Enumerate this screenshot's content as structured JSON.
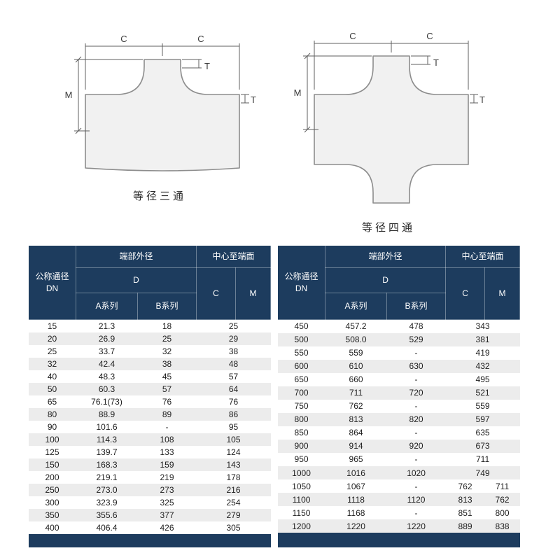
{
  "diagrams": [
    {
      "label": "等径三通",
      "dim_labels": {
        "c_left": "C",
        "c_right": "C",
        "t_branch": "T",
        "m": "M",
        "t_body": "T"
      }
    },
    {
      "label": "等径四通",
      "dim_labels": {
        "c_left": "C",
        "c_right": "C",
        "t_branch": "T",
        "m": "M",
        "t_body": "T"
      }
    }
  ],
  "table_header": {
    "dn_line1": "公称通径",
    "dn_line2": "DN",
    "end_outer": "端部外径",
    "d": "D",
    "series_a": "A系列",
    "series_b": "B系列",
    "center_to_end": "中心至端面",
    "c": "C",
    "m": "M"
  },
  "tables": [
    {
      "rows": [
        [
          "15",
          "21.3",
          "18",
          "25",
          null
        ],
        [
          "20",
          "26.9",
          "25",
          "29",
          null
        ],
        [
          "25",
          "33.7",
          "32",
          "38",
          null
        ],
        [
          "32",
          "42.4",
          "38",
          "48",
          null
        ],
        [
          "40",
          "48.3",
          "45",
          "57",
          null
        ],
        [
          "50",
          "60.3",
          "57",
          "64",
          null
        ],
        [
          "65",
          "76.1(73)",
          "76",
          "76",
          null
        ],
        [
          "80",
          "88.9",
          "89",
          "86",
          null
        ],
        [
          "90",
          "101.6",
          "-",
          "95",
          null
        ],
        [
          "100",
          "114.3",
          "108",
          "105",
          null
        ],
        [
          "125",
          "139.7",
          "133",
          "124",
          null
        ],
        [
          "150",
          "168.3",
          "159",
          "143",
          null
        ],
        [
          "200",
          "219.1",
          "219",
          "178",
          null
        ],
        [
          "250",
          "273.0",
          "273",
          "216",
          null
        ],
        [
          "300",
          "323.9",
          "325",
          "254",
          null
        ],
        [
          "350",
          "355.6",
          "377",
          "279",
          null
        ],
        [
          "400",
          "406.4",
          "426",
          "305",
          null
        ]
      ]
    },
    {
      "rows": [
        [
          "450",
          "457.2",
          "478",
          "343",
          null
        ],
        [
          "500",
          "508.0",
          "529",
          "381",
          null
        ],
        [
          "550",
          "559",
          "-",
          "419",
          null
        ],
        [
          "600",
          "610",
          "630",
          "432",
          null
        ],
        [
          "650",
          "660",
          "-",
          "495",
          null
        ],
        [
          "700",
          "711",
          "720",
          "521",
          null
        ],
        [
          "750",
          "762",
          "-",
          "559",
          null
        ],
        [
          "800",
          "813",
          "820",
          "597",
          null
        ],
        [
          "850",
          "864",
          "-",
          "635",
          null
        ],
        [
          "900",
          "914",
          "920",
          "673",
          null
        ],
        [
          "950",
          "965",
          "-",
          "711",
          null
        ],
        [
          "1000",
          "1016",
          "1020",
          "749",
          null
        ],
        [
          "1050",
          "1067",
          "-",
          "762",
          "711"
        ],
        [
          "1100",
          "1118",
          "1120",
          "813",
          "762"
        ],
        [
          "1150",
          "1168",
          "-",
          "851",
          "800"
        ],
        [
          "1200",
          "1220",
          "1220",
          "889",
          "838"
        ]
      ]
    }
  ],
  "colors": {
    "header_bg": "#1d3c5e",
    "row_alt": "#ececec",
    "row": "#ffffff",
    "header_text": "#ffffff",
    "body_text": "#1e1e1e"
  }
}
